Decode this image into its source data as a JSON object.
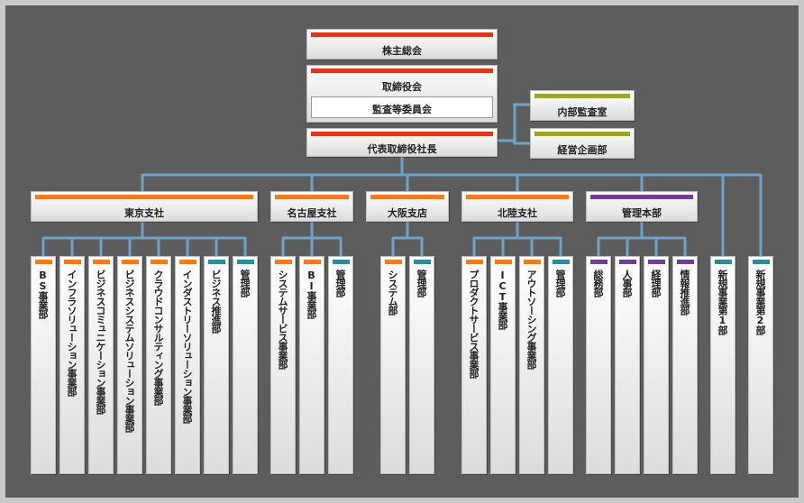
{
  "colors": {
    "top": "#d93a1e",
    "olive": "#9ea62a",
    "orange": "#f07b21",
    "teal": "#2f8a96",
    "purple": "#6f3f8c",
    "line": "#6ea2c6"
  },
  "nodes": {
    "shareholders": "株主総会",
    "board": "取締役会",
    "audit_committee": "監査等委員会",
    "internal_audit": "内部監査室",
    "planning": "経営企画部",
    "president": "代表取締役社長"
  },
  "branches": [
    {
      "label": "東京支社",
      "accent": "orange",
      "units": [
        {
          "label": "BS事業部",
          "accent": "orange"
        },
        {
          "label": "インフラソリューション事業部",
          "accent": "orange"
        },
        {
          "label": "ビジネスコミュニケーション事業部",
          "accent": "orange"
        },
        {
          "label": "ビジネスシステムソリューション事業部",
          "accent": "orange"
        },
        {
          "label": "クラウドコンサルティング事業部",
          "accent": "orange"
        },
        {
          "label": "インダストリーソリューション事業部",
          "accent": "orange"
        },
        {
          "label": "ビジネス推進部",
          "accent": "teal"
        },
        {
          "label": "管理部",
          "accent": "teal"
        }
      ]
    },
    {
      "label": "名古屋支社",
      "accent": "orange",
      "units": [
        {
          "label": "システムサービス事業部",
          "accent": "orange"
        },
        {
          "label": "BI事業部",
          "accent": "orange"
        },
        {
          "label": "管理部",
          "accent": "teal"
        }
      ]
    },
    {
      "label": "大阪支店",
      "accent": "orange",
      "units": [
        {
          "label": "システム部",
          "accent": "orange"
        },
        {
          "label": "管理部",
          "accent": "teal"
        }
      ]
    },
    {
      "label": "北陸支社",
      "accent": "orange",
      "units": [
        {
          "label": "プロダクトサービス事業部",
          "accent": "orange"
        },
        {
          "label": "ICT事業部",
          "accent": "orange"
        },
        {
          "label": "アウトソーシング事業部",
          "accent": "orange"
        },
        {
          "label": "管理部",
          "accent": "teal"
        }
      ]
    },
    {
      "label": "管理本部",
      "accent": "purple",
      "units": [
        {
          "label": "総務部",
          "accent": "purple"
        },
        {
          "label": "人事部",
          "accent": "purple"
        },
        {
          "label": "経理部",
          "accent": "purple"
        },
        {
          "label": "情報推進部",
          "accent": "purple"
        }
      ]
    }
  ],
  "standalone": [
    {
      "label": "新規事業第1部",
      "accent": "teal"
    },
    {
      "label": "新規事業第2部",
      "accent": "teal"
    }
  ]
}
